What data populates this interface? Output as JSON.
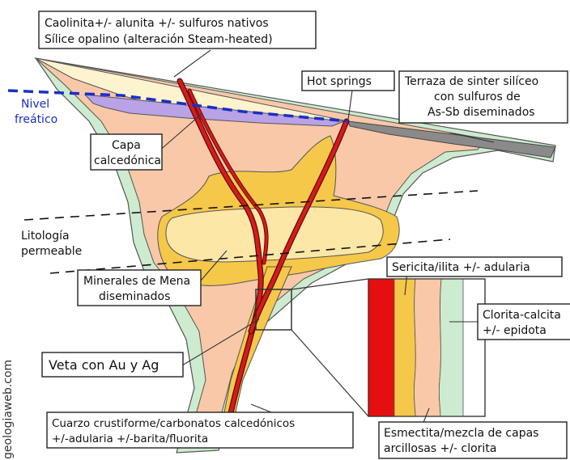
{
  "labels": {
    "steam_heated_line1": "Caolinita+/- alunita +/- sulfuros nativos",
    "steam_heated_line2": "Sílice opalino (alteración Steam-heated)",
    "hot_springs": "Hot springs",
    "sinter_line1": "Terraza de sinter silíceo",
    "sinter_line2": "con sulfuros de",
    "sinter_line3": "As-Sb diseminados",
    "nivel": "Nivel",
    "freatico": "freático",
    "capa_line1": "Capa",
    "capa_line2": "calcedónica",
    "litologia_line1": "Litología",
    "litologia_line2": "permeable",
    "minerales_line1": "Minerales de Mena",
    "minerales_line2": "diseminados",
    "sericita": "Sericita/ilita +/- adularia",
    "clorita_line1": "Clorita-calcita",
    "clorita_line2": "+/- epidota",
    "veta": "Veta con Au y Ag",
    "cuarzo_line1": "Cuarzo crustiforme/carbonatos calcedónicos",
    "cuarzo_line2": "+/-adularia +/-barita/fluorita",
    "esmectita_line1": "Esmectita/mezcla de capas",
    "esmectita_line2": "arcillosas +/- clorita",
    "watermark": "geologiaweb.com"
  },
  "colors": {
    "vein": "#d81a1a",
    "adularia_zone": "#f5c84a",
    "inner_zone": "#fde7a6",
    "smectite_zone": "#f8c8a8",
    "chlorite_zone": "#cdebcf",
    "steam_heated": "#fdf3cf",
    "chalcedony": "#b9a2e6",
    "sinter": "#8a8a8a",
    "water_table": "#1a2fc7"
  }
}
